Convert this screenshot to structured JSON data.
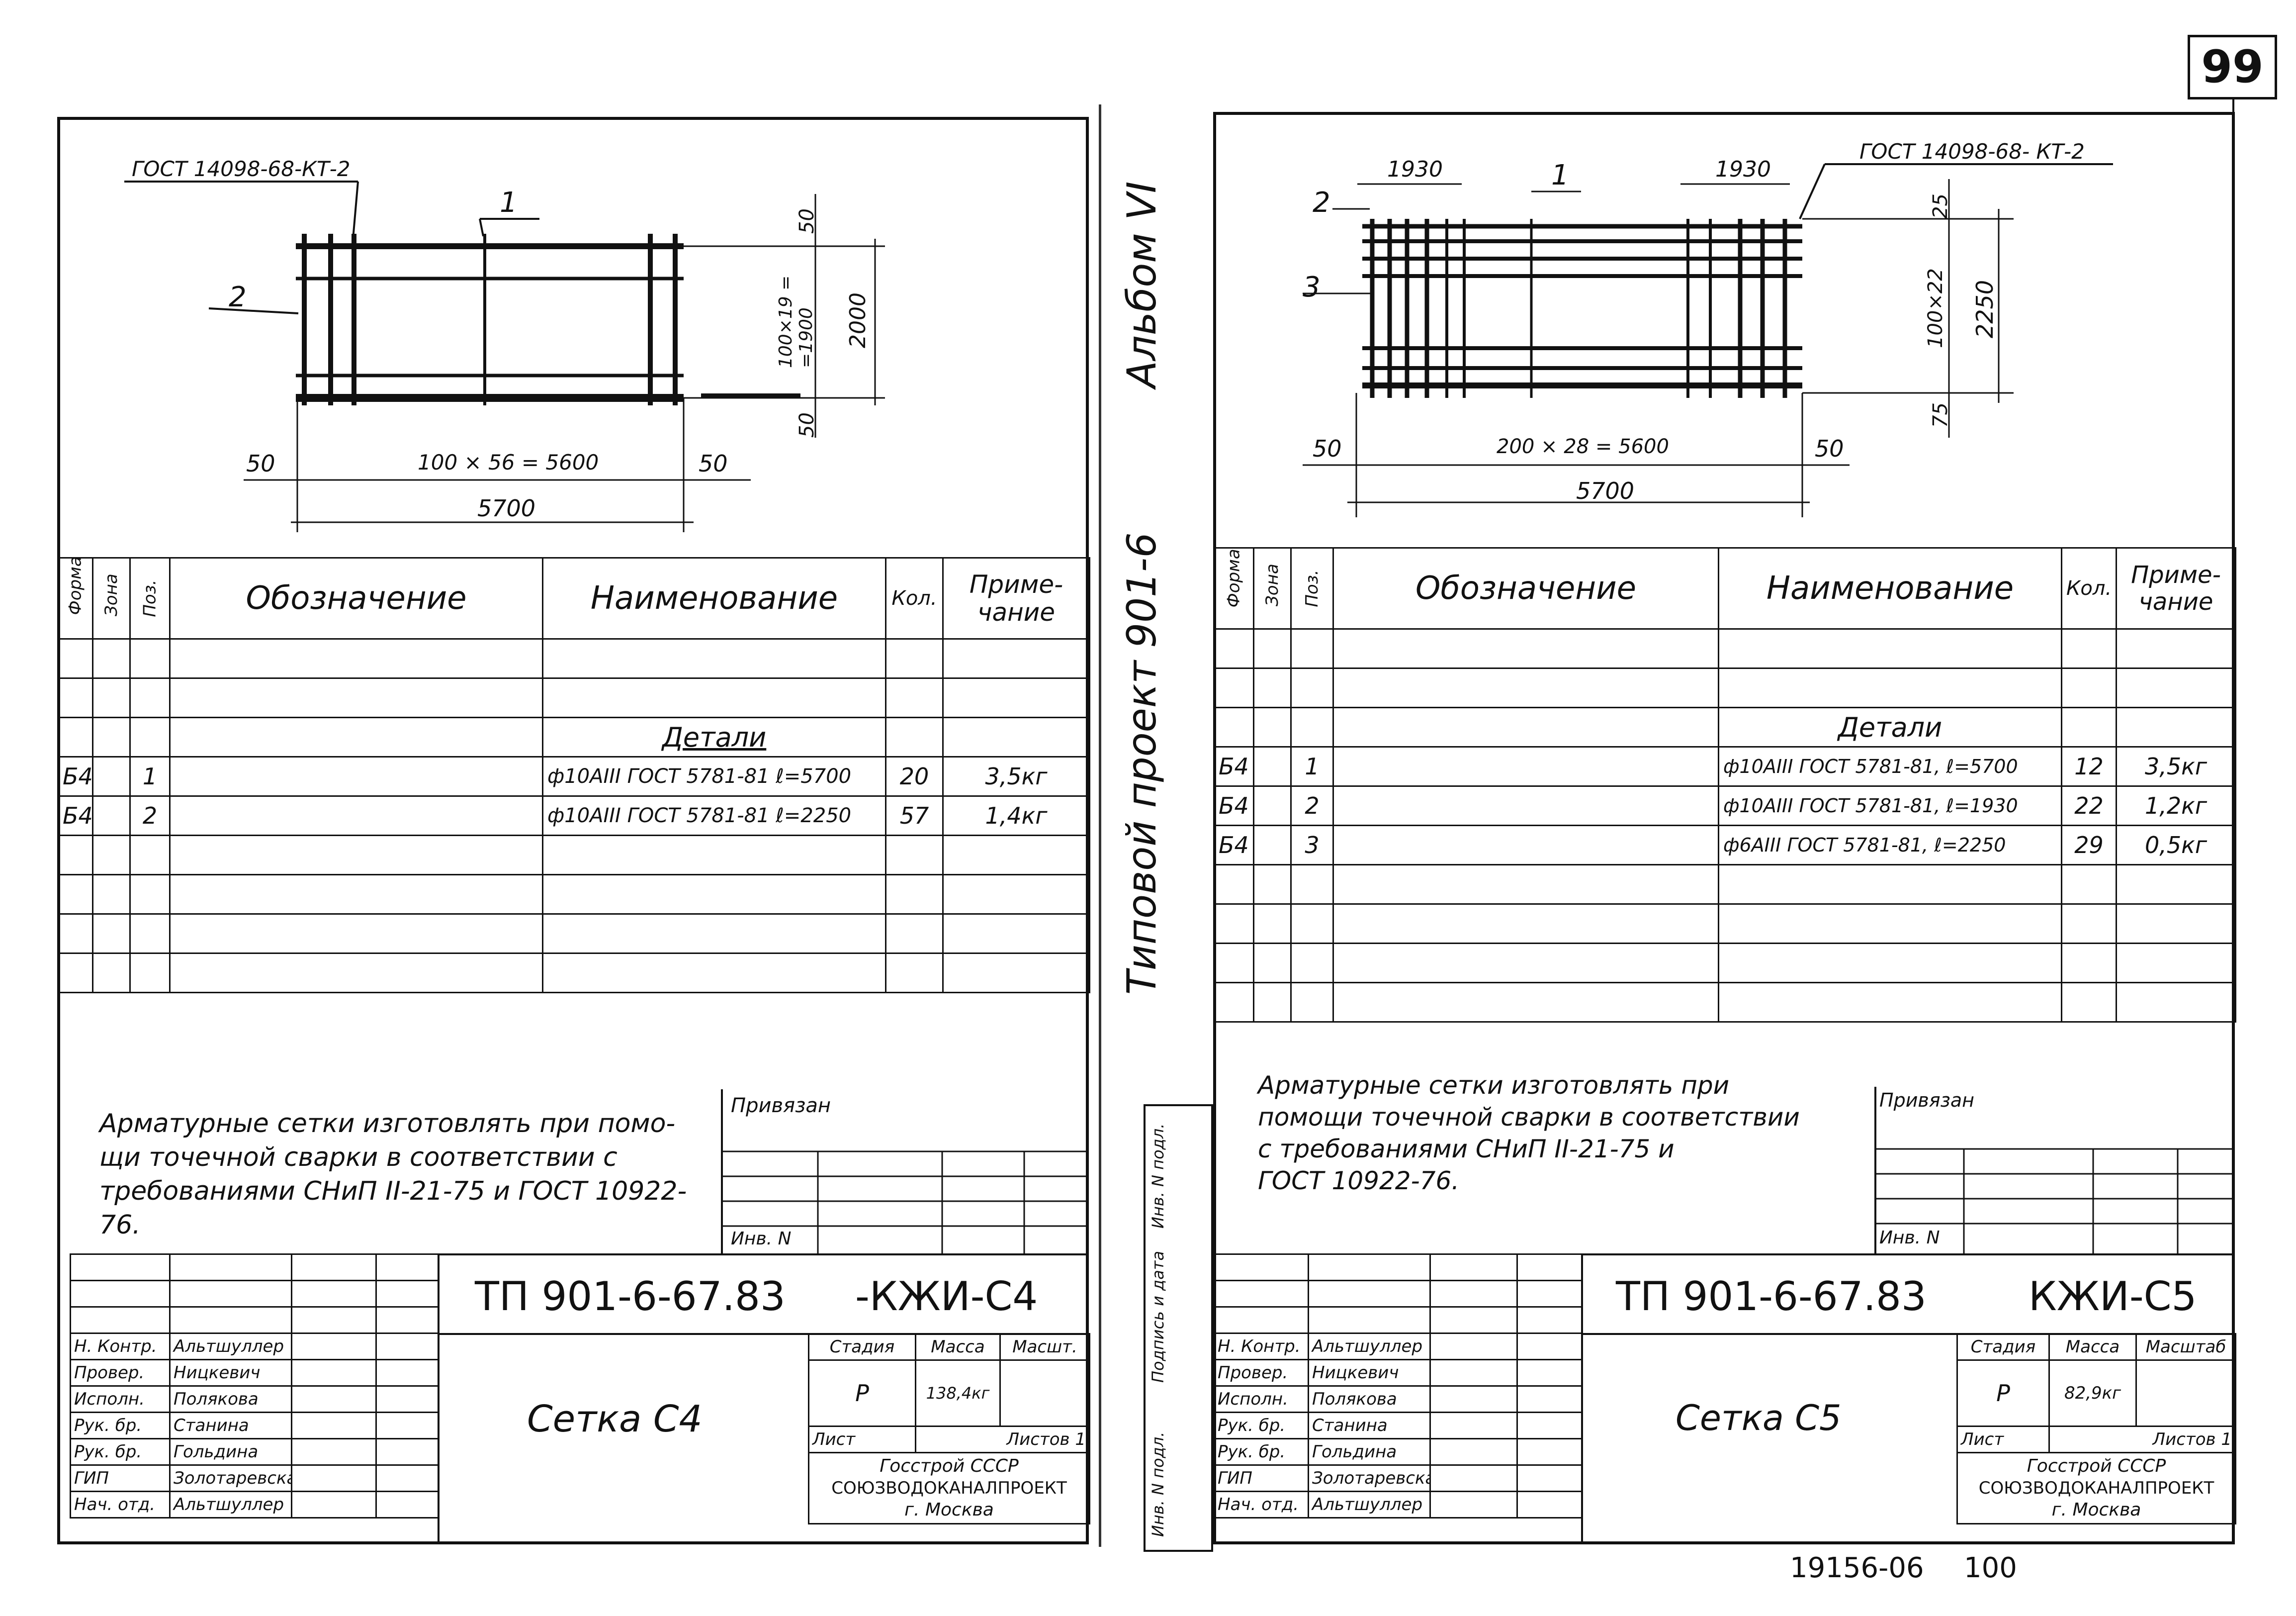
{
  "page_number": "99",
  "side_album": "Альбом VI",
  "side_project": "Типовой проект 901-6",
  "side_stamp_labels": [
    "Инв. N подл.",
    "Подпись и дата",
    "Инв. N подл."
  ],
  "bottom_code": "19156-06",
  "bottom_page": "100",
  "spec_headers": {
    "format": "Формат",
    "zone": "Зона",
    "pos": "Поз.",
    "designation": "Обозначение",
    "name": "Наименование",
    "qty": "Кол.",
    "note_line1": "Приме-",
    "note_line2": "чание"
  },
  "staff_roles": [
    "Н. Контр.",
    "Провер.",
    "Исполн.",
    "Рук. бр.",
    "Рук. бр.",
    "ГИП",
    "Нач. отд."
  ],
  "staff_names": [
    "Альтшуллер",
    "Ницкевич",
    "Полякова",
    "Станина",
    "Гольдина",
    "Золотаревская",
    "Альтшуллер"
  ],
  "left": {
    "gost_weld": "ГОСТ 14098-68-КТ-2",
    "dims": {
      "pos1": "1",
      "pos2": "2",
      "top_50": "50",
      "bottom_50": "50",
      "vert_mid": "100×19 = =1900",
      "vert_total": "2000",
      "left_50": "50",
      "mid": "100 × 56 = 5600",
      "right_50": "50",
      "total": "5700"
    },
    "section": "Детали",
    "rows": [
      {
        "format": "Б4",
        "pos": "1",
        "name": "ф10АIII ГОСТ 5781-81 ℓ=5700",
        "qty": "20",
        "note": "3,5кг"
      },
      {
        "format": "Б4",
        "pos": "2",
        "name": "ф10АIII ГОСТ 5781-81 ℓ=2250",
        "qty": "57",
        "note": "1,4кг"
      }
    ],
    "note_text": [
      "Арматурные сетки изготовлять при помо-",
      "щи точечной сварки в соответствии с",
      "требованиями СНиП II-21-75 и ГОСТ 10922-76."
    ],
    "privyazan": "Привязан",
    "inv": "Инв. N",
    "doc_code": "ТП 901-6-67.83",
    "doc_suffix": "-КЖИ-С4",
    "stage_label": "Стадия",
    "mass_label": "Масса",
    "scale_label": "Масшт.",
    "stage": "Р",
    "mass": "138,4кг",
    "sheet_label": "Лист",
    "sheets_label": "Листов 1",
    "title": "Сетка С4",
    "org1": "Госстрой СССР",
    "org2": "СОЮЗВОДОКАНАЛПРОЕКТ",
    "org3": "г. Москва"
  },
  "right": {
    "gost_weld": "ГОСТ 14098-68- КТ-2",
    "dims": {
      "pos1": "1",
      "pos2": "2",
      "pos3": "3",
      "d1930a": "1930",
      "d1930b": "1930",
      "top_25": "25",
      "vert_mid": "100×22",
      "vert_total": "2250",
      "bottom_75": "75",
      "left_50": "50",
      "mid": "200 × 28 = 5600",
      "right_50": "50",
      "total": "5700"
    },
    "section": "Детали",
    "rows": [
      {
        "format": "Б4",
        "pos": "1",
        "name": "ф10АIII ГОСТ 5781-81, ℓ=5700",
        "qty": "12",
        "note": "3,5кг"
      },
      {
        "format": "Б4",
        "pos": "2",
        "name": "ф10АIII ГОСТ 5781-81, ℓ=1930",
        "qty": "22",
        "note": "1,2кг"
      },
      {
        "format": "Б4",
        "pos": "3",
        "name": "ф6АIII ГОСТ 5781-81, ℓ=2250",
        "qty": "29",
        "note": "0,5кг"
      }
    ],
    "note_text": [
      "Арматурные сетки изготовлять при",
      "помощи точечной сварки в соответствии",
      "с требованиями СНиП II-21-75 и",
      "ГОСТ 10922-76."
    ],
    "privyazan": "Привязан",
    "inv": "Инв. N",
    "doc_code": "ТП 901-6-67.83",
    "doc_suffix": "КЖИ-С5",
    "stage_label": "Стадия",
    "mass_label": "Масса",
    "scale_label": "Масштаб",
    "stage": "Р",
    "mass": "82,9кг",
    "sheet_label": "Лист",
    "sheets_label": "Листов 1",
    "title": "Сетка С5",
    "org1": "Госстрой СССР",
    "org2": "СОЮЗВОДОКАНАЛПРОЕКТ",
    "org3": "г. Москва"
  }
}
